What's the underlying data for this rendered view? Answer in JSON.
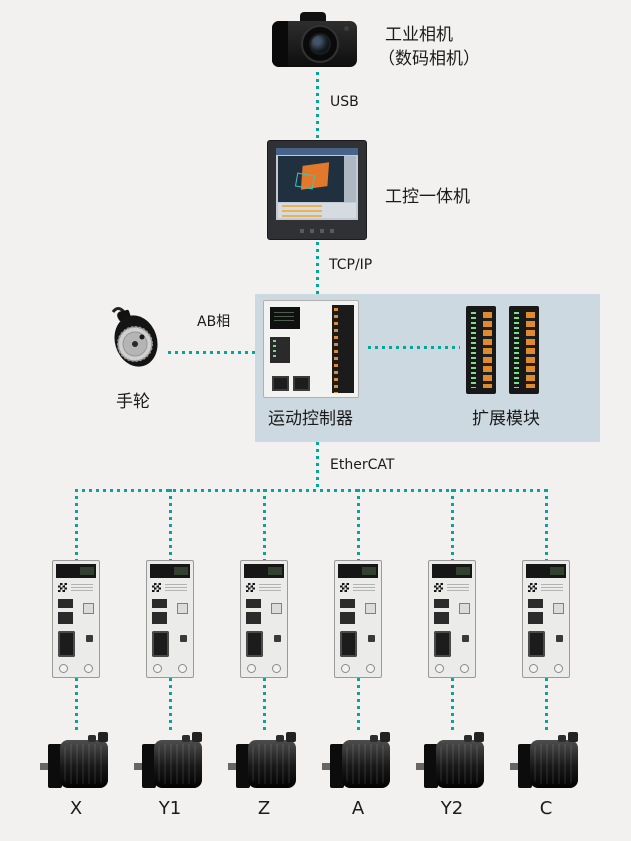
{
  "colors": {
    "accent": "#00a79b",
    "background": "#f2f1ef",
    "box_fill": "#ccd9e0"
  },
  "labels": {
    "camera_line1": "工业相机",
    "camera_line2": "（数码相机）",
    "usb": "USB",
    "ipc": "工控一体机",
    "tcpip": "TCP/IP",
    "ab_phase": "AB相",
    "handwheel": "手轮",
    "controller": "运动控制器",
    "expansion": "扩展模块",
    "ethercat": "EtherCAT"
  },
  "axes": [
    "X",
    "Y1",
    "Z",
    "A",
    "Y2",
    "C"
  ]
}
